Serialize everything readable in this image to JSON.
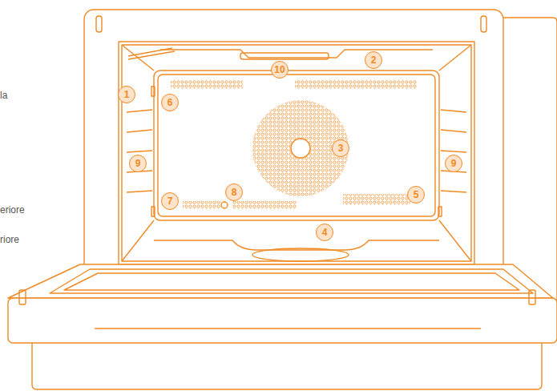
{
  "diagram": {
    "labels": [
      "la",
      "10",
      "2",
      "1",
      "6",
      "3",
      "9",
      "9",
      "5",
      "7",
      "8",
      "eriore",
      "4",
      "riore"
    ]
  }
}
